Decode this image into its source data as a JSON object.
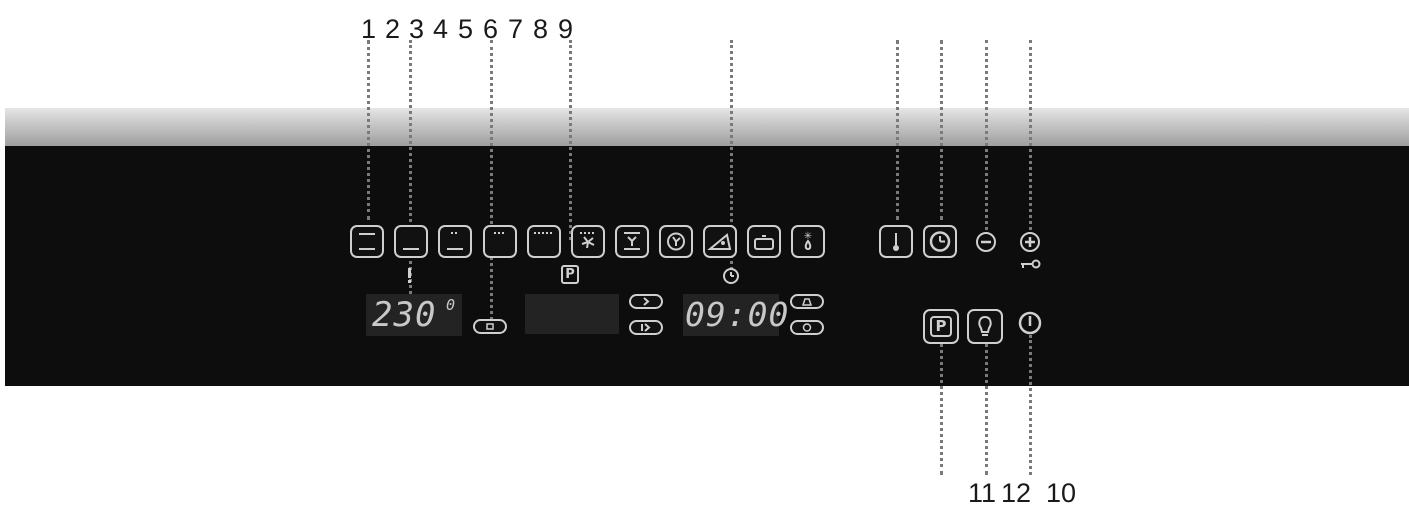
{
  "top_numbers": [
    "1",
    "2",
    "3",
    "4",
    "5",
    "6",
    "7",
    "8",
    "9"
  ],
  "bottom_numbers": [
    "11",
    "12",
    "10"
  ],
  "temperature_display": "230",
  "temperature_unit": "0",
  "time_display": "09:00",
  "program_indicator": "P",
  "program_button": "P",
  "icons": {
    "mode_buttons": [
      "top-bottom-heat-icon",
      "bottom-heat-icon",
      "small-grill-icon",
      "grill-icon",
      "large-grill-icon",
      "grill-fan-icon",
      "fan-bottom-heat-icon",
      "hot-air-icon",
      "pizza-icon",
      "roast-icon",
      "defrost-icon"
    ],
    "right_buttons": [
      "thermometer-icon",
      "clock-icon",
      "minus-icon",
      "plus-icon",
      "key-icon",
      "program-icon",
      "lamp-icon",
      "power-icon"
    ]
  },
  "colors": {
    "panel": "#0d0d0d",
    "strip": "#bdbdbd",
    "icon": "#cfcfcf",
    "display": "#232323"
  }
}
